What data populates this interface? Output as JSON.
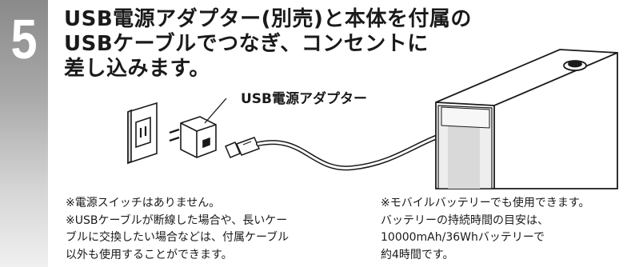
{
  "step": {
    "number": "5"
  },
  "heading": {
    "lines": [
      "USB電源アダプター(別売)と本体を付属の",
      "USBケーブルでつなぎ、コンセントに",
      "差し込みます。"
    ]
  },
  "illustration": {
    "adapter_label": "USB電源アダプター",
    "icons": [
      "wall-outlet-icon",
      "usb-adapter-icon",
      "usb-plug-icon",
      "usb-cable-icon",
      "device-body-icon"
    ]
  },
  "notes_left": [
    [
      "※電源スイッチはありません。"
    ],
    [
      "※USBケーブルが断線した場合や、長いケー",
      "ブルに交換したい場合などは、付属ケーブル",
      "以外も使用することができます。"
    ]
  ],
  "notes_right": [
    [
      "※モバイルバッテリーでも使用できます。",
      "バッテリーの持続時間の目安は、",
      "10000mAh/36Whバッテリーで",
      "約4時間です。"
    ]
  ],
  "colors": {
    "step_bar_top": "#8a8a8a",
    "step_bar_bottom": "#f0f0f0",
    "ink": "#1a1a1a"
  }
}
